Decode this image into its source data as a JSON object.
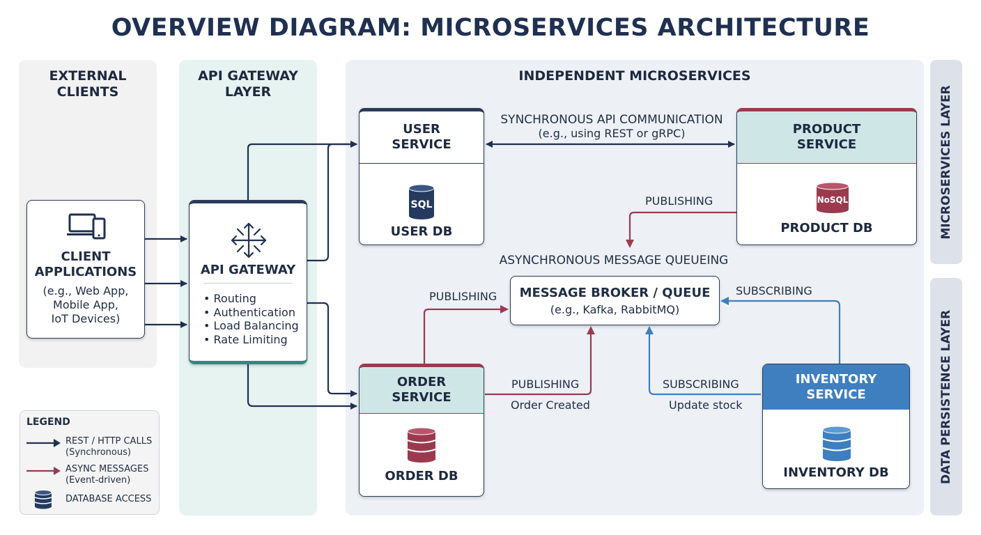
{
  "title": "OVERVIEW DIAGRAM: MICROSERVICES ARCHITECTURE",
  "lanes": {
    "external": "EXTERNAL\nCLIENTS",
    "gateway": "API GATEWAY\nLAYER",
    "microservices": "INDEPENDENT MICROSERVICES"
  },
  "side_tabs": {
    "microservices_layer": "MICROSERVICES LAYER",
    "data_layer": "DATA PERSISTENCE LAYER"
  },
  "client": {
    "title": "CLIENT\nAPPLICATIONS",
    "desc": "(e.g., Web App,\nMobile App,\nIoT Devices)",
    "icon": "laptop-phone-icon"
  },
  "gateway": {
    "title": "API GATEWAY",
    "icon": "arrows-expand-icon",
    "bullets": [
      "• Routing",
      "• Authentication",
      "• Load Balancing",
      "• Rate Limiting"
    ]
  },
  "services": {
    "user": {
      "title": "USER\nSERVICE",
      "db": "USER DB",
      "db_icon_text": "SQL"
    },
    "product": {
      "title": "PRODUCT\nSERVICE",
      "db": "PRODUCT DB",
      "db_icon_text": "NoSQL"
    },
    "order": {
      "title": "ORDER\nSERVICE",
      "db": "ORDER DB"
    },
    "inventory": {
      "title": "INVENTORY\nSERVICE",
      "db": "INVENTORY DB"
    }
  },
  "broker": {
    "title": "MESSAGE BROKER / QUEUE",
    "subtitle": "(e.g., Kafka, RabbitMQ)"
  },
  "labels": {
    "sync_title": "SYNCHRONOUS API COMMUNICATION",
    "sync_sub": "(e.g., using REST or gRPC)",
    "async_queueing": "ASYNCHRONOUS MESSAGE QUEUEING",
    "publishing_product": "PUBLISHING",
    "publishing_order_left": "PUBLISHING",
    "publishing_order_right": "PUBLISHING",
    "order_created": "Order Created",
    "subscribing_top": "SUBSCRIBING",
    "subscribing_inventory": "SUBSCRIBING",
    "update_stock": "Update stock"
  },
  "legend": {
    "title": "LEGEND",
    "items": [
      {
        "label": "REST / HTTP CALLS",
        "sub": "(Synchronous)",
        "icon": "navy-arrow-icon"
      },
      {
        "label": "ASYNC MESSAGES",
        "sub": "(Event-driven)",
        "icon": "red-arrow-icon"
      },
      {
        "label": "DATABASE ACCESS",
        "sub": "",
        "icon": "database-icon"
      }
    ]
  },
  "colors": {
    "navy": "#1f3050",
    "async_red": "#9b3a4e",
    "async_blue": "#3d7fbf",
    "gateway_teal": "#2f8a80",
    "product_header": "#cfe6e6",
    "order_header": "#cfe6e6",
    "inventory_blue": "#3f7fc0"
  }
}
